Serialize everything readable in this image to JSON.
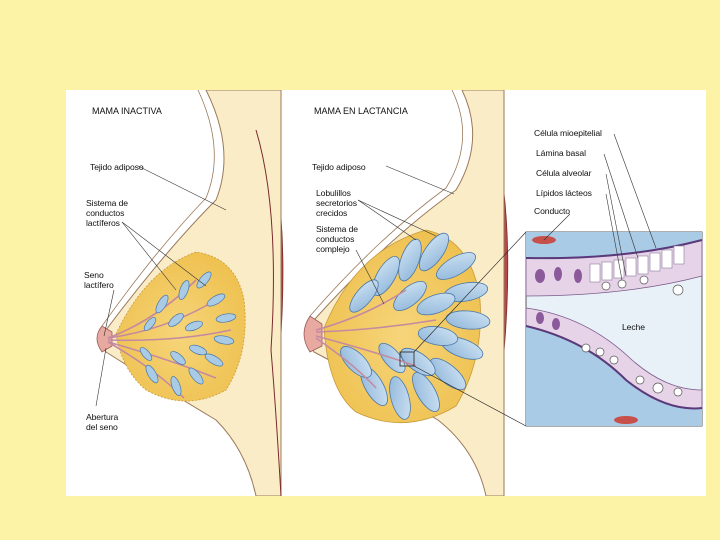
{
  "left_panel": {
    "title": "MAMA INACTIVA",
    "labels": {
      "adipose": "Tejido adiposo",
      "ducts": "Sistema de\nconductos\nlactíferos",
      "sinus": "Seno\nlactífero",
      "opening": "Abertura\ndel seno"
    }
  },
  "right_panel": {
    "title": "MAMA EN LACTANCIA",
    "labels": {
      "adipose": "Tejido adiposo",
      "lobules": "Lobulillos\nsecretorios\ncrecidos",
      "ducts": "Sistema de\nconductos\ncomplejo"
    }
  },
  "inset": {
    "labels": {
      "myoepithelial": "Célula mioepitelial",
      "basal_lamina": "Lámina basal",
      "alveolar_cell": "Célula alveolar",
      "milk_lipids": "Lípidos lácteos",
      "duct": "Conducto",
      "milk": "Leche"
    }
  },
  "colors": {
    "background": "#fdf3a6",
    "skin": "#fbecc8",
    "muscle": "#b8484a",
    "gland": "#f2c95c",
    "lobule": "#a9cbe6",
    "lobule_stroke": "#4a78a8",
    "cell": "#e6d3e8",
    "nucleus": "#8a5a9a"
  }
}
